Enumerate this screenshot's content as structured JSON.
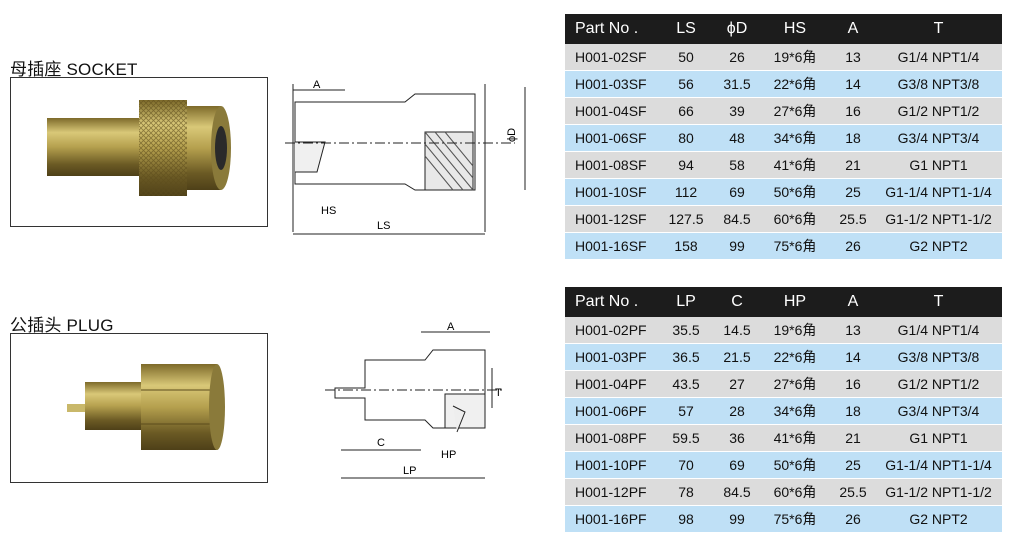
{
  "socket": {
    "label": "母插座 SOCKET",
    "dims": {
      "a": "A",
      "hs": "HS",
      "ls": "LS",
      "d": "ϕD"
    },
    "headers": [
      "Part No .",
      "LS",
      "ϕD",
      "HS",
      "A",
      "T"
    ],
    "rows": [
      [
        "H001-02SF",
        "50",
        "26",
        "19*6角",
        "13",
        "G1/4 NPT1/4"
      ],
      [
        "H001-03SF",
        "56",
        "31.5",
        "22*6角",
        "14",
        "G3/8 NPT3/8"
      ],
      [
        "H001-04SF",
        "66",
        "39",
        "27*6角",
        "16",
        "G1/2 NPT1/2"
      ],
      [
        "H001-06SF",
        "80",
        "48",
        "34*6角",
        "18",
        "G3/4 NPT3/4"
      ],
      [
        "H001-08SF",
        "94",
        "58",
        "41*6角",
        "21",
        "G1 NPT1"
      ],
      [
        "H001-10SF",
        "112",
        "69",
        "50*6角",
        "25",
        "G1-1/4 NPT1-1/4"
      ],
      [
        "H001-12SF",
        "127.5",
        "84.5",
        "60*6角",
        "25.5",
        "G1-1/2 NPT1-1/2"
      ],
      [
        "H001-16SF",
        "158",
        "99",
        "75*6角",
        "26",
        "G2 NPT2"
      ]
    ]
  },
  "plug": {
    "label": "公插头 PLUG",
    "dims": {
      "a": "A",
      "c": "C",
      "lp": "LP",
      "hp": "HP",
      "t": "T"
    },
    "headers": [
      "Part No .",
      "LP",
      "C",
      "HP",
      "A",
      "T"
    ],
    "rows": [
      [
        "H001-02PF",
        "35.5",
        "14.5",
        "19*6角",
        "13",
        "G1/4 NPT1/4"
      ],
      [
        "H001-03PF",
        "36.5",
        "21.5",
        "22*6角",
        "14",
        "G3/8 NPT3/8"
      ],
      [
        "H001-04PF",
        "43.5",
        "27",
        "27*6角",
        "16",
        "G1/2 NPT1/2"
      ],
      [
        "H001-06PF",
        "57",
        "28",
        "34*6角",
        "18",
        "G3/4 NPT3/4"
      ],
      [
        "H001-08PF",
        "59.5",
        "36",
        "41*6角",
        "21",
        "G1 NPT1"
      ],
      [
        "H001-10PF",
        "70",
        "69",
        "50*6角",
        "25",
        "G1-1/4 NPT1-1/4"
      ],
      [
        "H001-12PF",
        "78",
        "84.5",
        "60*6角",
        "25.5",
        "G1-1/2 NPT1-1/2"
      ],
      [
        "H001-16PF",
        "98",
        "99",
        "75*6角",
        "26",
        "G2 NPT2"
      ]
    ]
  },
  "colors": {
    "header_bg": "#1c1c1c",
    "row_gray": "#dcdcdc",
    "row_blue": "#bfe0f6",
    "metal": "#b8a64a"
  }
}
